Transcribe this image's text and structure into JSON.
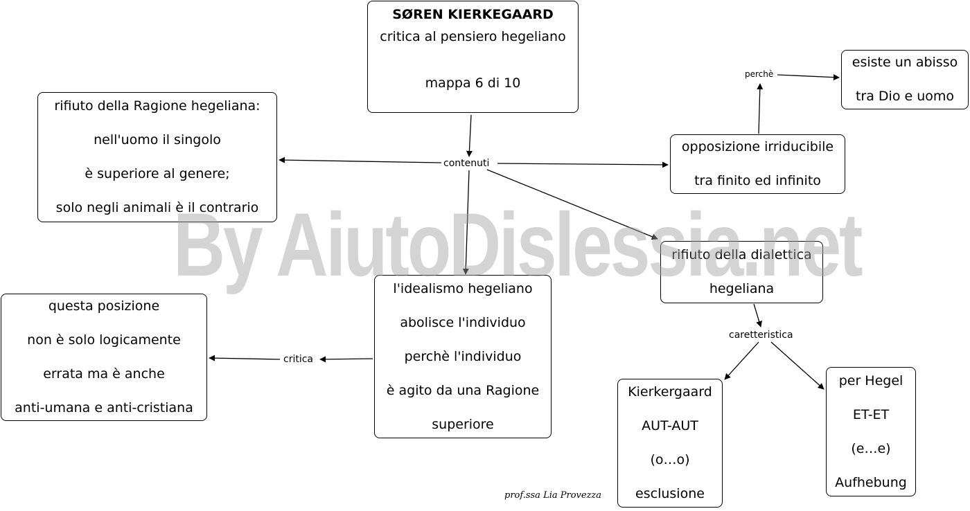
{
  "nodes": {
    "title": {
      "heading": "SØREN KIERKEGAARD",
      "subtitle": "critica al pensiero hegeliano",
      "map_number": "mappa 6 di 10"
    },
    "ragione": {
      "lines": [
        "rifiuto della Ragione  hegeliana:",
        "nell'uomo il singolo",
        "è superiore al genere;",
        "solo negli animali è il contrario"
      ]
    },
    "opposizione": {
      "lines": [
        "opposizione irriducibile",
        "tra finito ed infinito"
      ]
    },
    "abisso": {
      "lines": [
        "esiste un abisso",
        "tra Dio  e uomo"
      ]
    },
    "dialettica": {
      "lines": [
        "rifiuto della dialettica",
        "hegeliana"
      ]
    },
    "idealismo": {
      "lines": [
        "l'idealismo hegeliano",
        "abolisce l'individuo",
        "perchè l'individuo",
        "è agito da una Ragione",
        "superiore"
      ]
    },
    "posizione": {
      "lines": [
        "questa posizione",
        "non è solo logicamente",
        "errata ma è anche",
        "anti-umana e anti-cristiana"
      ]
    },
    "kierkegaard": {
      "lines": [
        "Kierkergaard",
        "AUT-AUT",
        "(o…o)",
        "esclusione"
      ]
    },
    "hegel": {
      "lines": [
        "per Hegel",
        "ET-ET",
        "(e…e)",
        "Aufhebung"
      ]
    }
  },
  "links": {
    "contenuti": "contenuti",
    "perche": "perchè",
    "critica": "critica",
    "caretteristica": "caretteristica"
  },
  "watermark": "By AiutoDislessia.net",
  "signature": "prof.ssa Lia Provezza"
}
